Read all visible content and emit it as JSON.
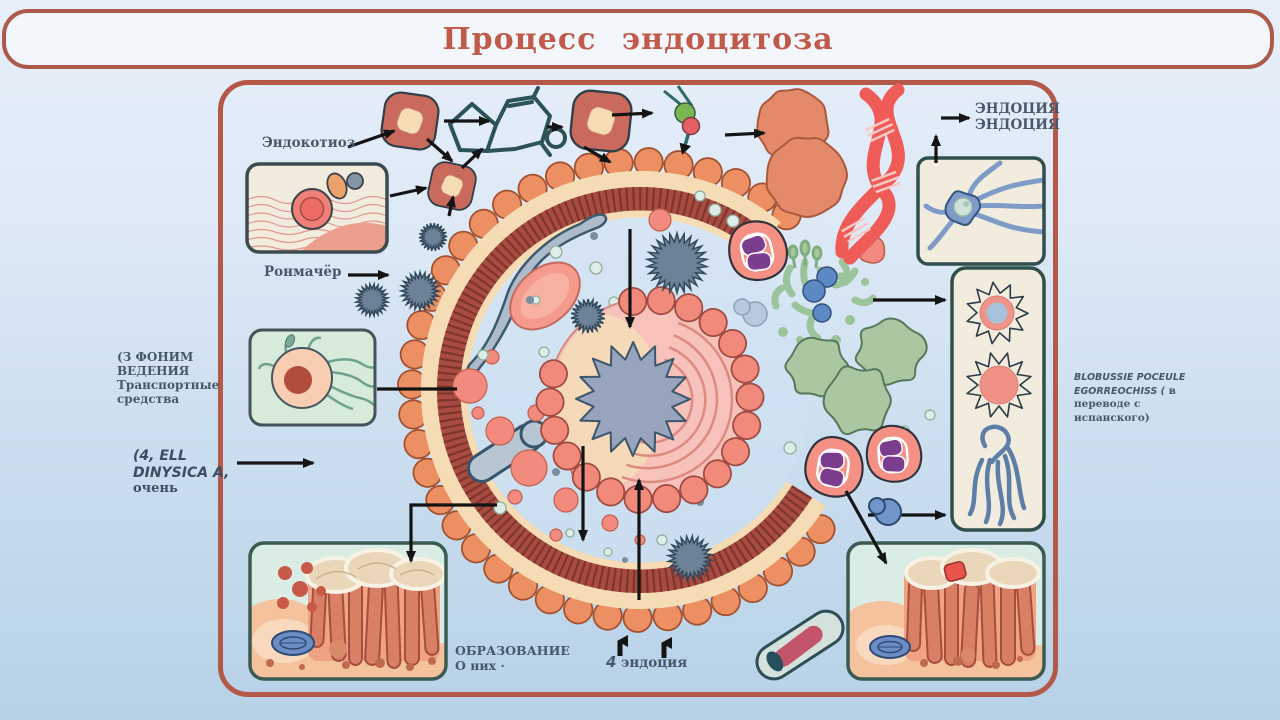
{
  "title": "Процесс  эндоцитоза",
  "labels": {
    "endokotioz": "Эндокотиоз",
    "ronmacher": "Ронмачёр",
    "left_top": [
      "(З ФОНИМ",
      "ВЕДЕНИЯ",
      "Транспортные",
      "средства"
    ],
    "left_hand": [
      "(4, ELL",
      "DINYSICA A,"
    ],
    "left_plain": "очень",
    "endocia": [
      "ЭНДОЦИЯ",
      "ЭНДОЦИЯ"
    ],
    "right_hand": "BLOBUSSIE POCEULE EGORREOCHISS (",
    "right_plain": "в переводе  с испанского)",
    "formation": [
      "ОБРАЗОВАНИЕ",
      "О  них  ·"
    ],
    "four": "4",
    "endocia4": "эндоция"
  },
  "colors": {
    "frame": "#b4594a",
    "title": "#c05a4a",
    "label": "#47586a",
    "arrow": "#141414",
    "membrane_villi": "#ec8f62",
    "membrane_band": "#a84b40",
    "cream": "#f5dcb4",
    "panel_bg": "#f1ecdd",
    "teal_panel_bg": "#d9ede5",
    "green_panel_bg": "#d6ebd9",
    "dna_red": "#ef5b57",
    "neuron_blue": "#7f9cc9",
    "virus_gray": "#6d8296",
    "amoeba_green": "#abc7a2",
    "endosome_purple": "#7b3e8f"
  }
}
